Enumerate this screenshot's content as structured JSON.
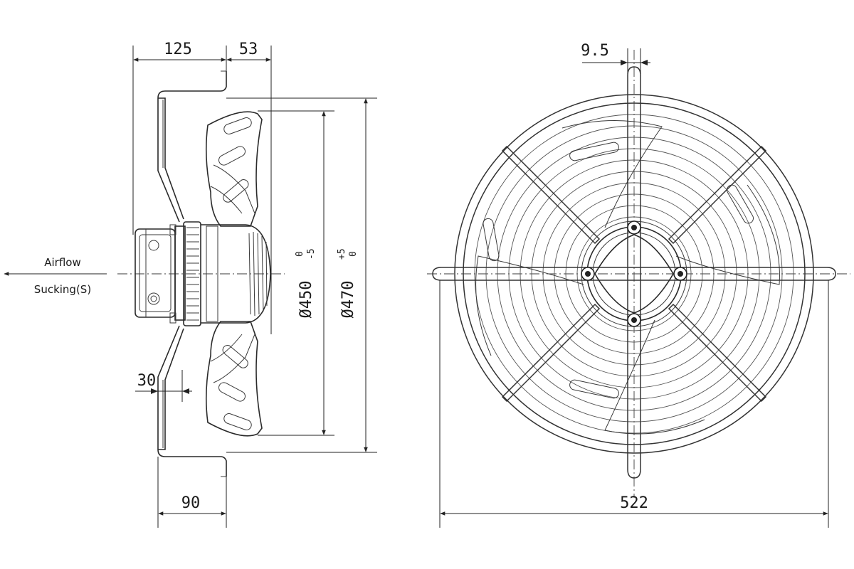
{
  "labels": {
    "airflow": "Airflow",
    "sucking": "Sucking(S)"
  },
  "dimensions": {
    "d125": "125",
    "d53": "53",
    "d30": "30",
    "d90": "90",
    "d9_5": "9.5",
    "d522": "522",
    "dia450_main": "Ø450",
    "dia450_tol_upper": "0",
    "dia450_tol_lower": "-5",
    "dia470_main": "Ø470",
    "dia470_tol_upper": "+5",
    "dia470_tol_lower": "0"
  },
  "colors": {
    "line": "#2a2a2a",
    "background": "#ffffff"
  }
}
